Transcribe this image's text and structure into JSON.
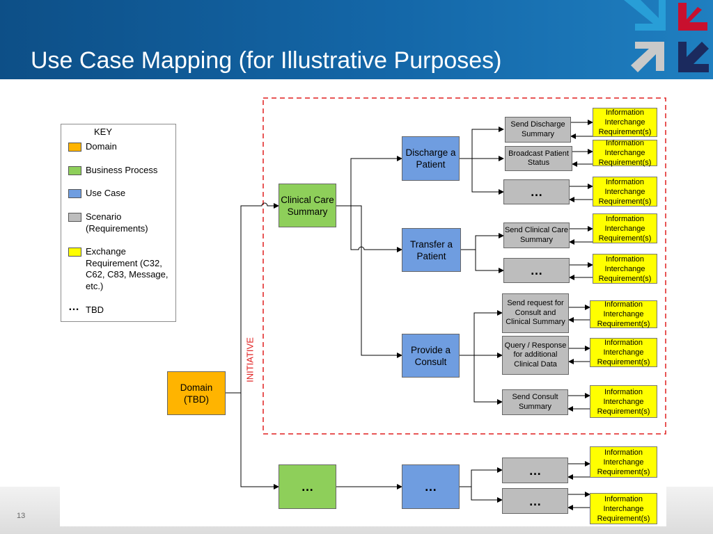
{
  "slide": {
    "title": "Use Case Mapping (for Illustrative Purposes)",
    "page_number": "13",
    "colors": {
      "header": "#1467a8",
      "domain": "#ffb400",
      "business_process": "#8ecf5a",
      "use_case": "#6f9de0",
      "scenario": "#bdbdbd",
      "exchange": "#ffff00",
      "initiative": "#e01f1f"
    }
  },
  "key": {
    "title": "KEY",
    "items": [
      {
        "label": "Domain",
        "color": "#ffb400"
      },
      {
        "label": "Business Process",
        "color": "#8ecf5a"
      },
      {
        "label": "Use Case",
        "color": "#6f9de0"
      },
      {
        "label": "Scenario (Requirements)",
        "color": "#bdbdbd"
      },
      {
        "label": "Exchange Requirement (C32, C62, C83, Message, etc.)",
        "color": "#ffff00"
      },
      {
        "label": "TBD",
        "symbol": "…"
      }
    ]
  },
  "diagram": {
    "initiative_label": "INITIATIVE",
    "domain": "Domain (TBD)",
    "business_process": "Clinical Care Summary",
    "business_process_tbd": "…",
    "use_cases": [
      "Discharge a Patient",
      "Transfer a Patient",
      "Provide a Consult",
      "…"
    ],
    "scenarios": [
      "Send Discharge Summary",
      "Broadcast Patient Status",
      "…",
      "Send Clinical Care Summary",
      "…",
      "Send request for Consult and Clinical Summary",
      "Query / Response for additional Clinical Data",
      "Send Consult Summary",
      "…",
      "…"
    ],
    "exchange_requirement": "Information Interchange Requirement(s)"
  }
}
